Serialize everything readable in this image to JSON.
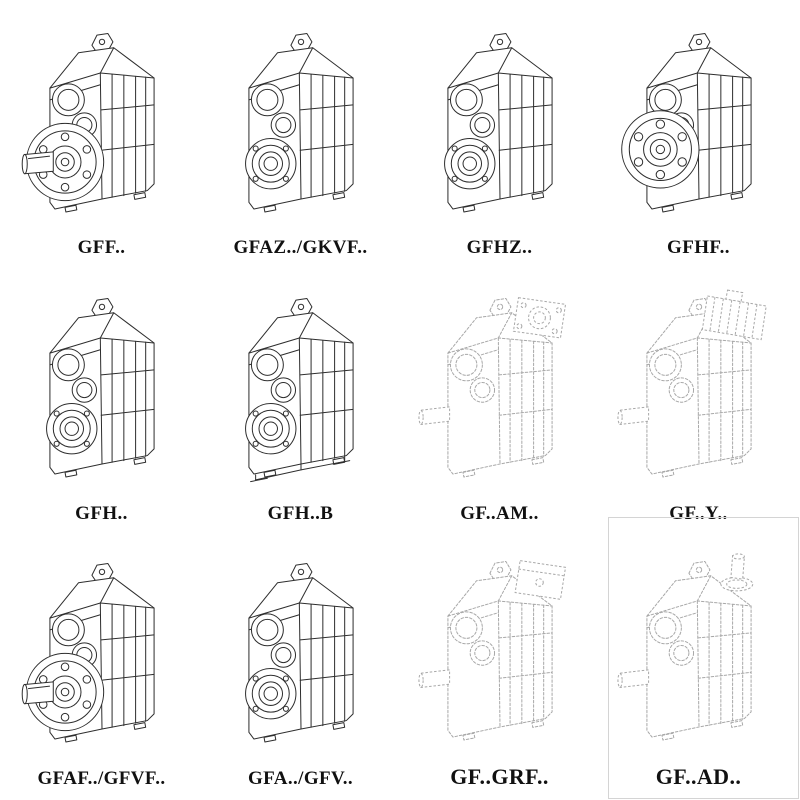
{
  "page": {
    "background": "#ffffff",
    "line_color": "#2e2e2e",
    "phantom_line_color": "#a8a8a8"
  },
  "catalog": {
    "items": [
      {
        "label": "GFF..",
        "line_style": "solid",
        "variant": "parallel-shaft gearbox with round output flange and solid shaft"
      },
      {
        "label": "GFAZ../GKVF..",
        "line_style": "solid",
        "variant": "parallel-shaft gearbox with hollow output shaft"
      },
      {
        "label": "GFHZ..",
        "line_style": "solid",
        "variant": "parallel-shaft gearbox with hollow shaft, bearing face"
      },
      {
        "label": "GFHF..",
        "line_style": "solid",
        "variant": "parallel-shaft gearbox with bolted output flange face"
      },
      {
        "label": "GFH..",
        "line_style": "solid",
        "variant": "parallel-shaft gearbox with hollow output shaft"
      },
      {
        "label": "GFH..B",
        "line_style": "solid",
        "variant": "hollow-shaft gearbox with mounting base plate"
      },
      {
        "label": "GF..AM..",
        "line_style": "phantom",
        "variant": "gearbox with IEC motor adapter flange input"
      },
      {
        "label": "GF..Y..",
        "line_style": "phantom",
        "variant": "gearbox with finned motor mounted on input"
      },
      {
        "label": "GFAF../GFVF..",
        "line_style": "solid",
        "variant": "gearbox with round output flange and solid shaft"
      },
      {
        "label": "GFA../GFV..",
        "line_style": "solid",
        "variant": "gearbox with hollow output shaft"
      },
      {
        "label": "GF..GRF..",
        "line_style": "phantom",
        "variant": "gearbox with cover box on input"
      },
      {
        "label": "GF..AD..",
        "line_style": "phantom",
        "variant": "gearbox with free input shaft adapter"
      }
    ]
  }
}
